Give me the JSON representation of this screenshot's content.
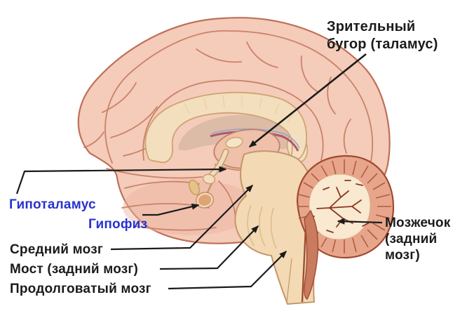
{
  "labels": {
    "thalamus": {
      "line1": "Зрительный",
      "line2": "бугор (таламус)"
    },
    "hypothalamus": {
      "text": "Гипоталамус"
    },
    "pituitary": {
      "text": "Гипофиз"
    },
    "midbrain": {
      "text": "Средний мозг"
    },
    "pons": {
      "text": "Мост (задний мозг)"
    },
    "medulla": {
      "text": "Продолговатый мозг"
    },
    "cerebellum": {
      "line1": "Мозжечок",
      "line2": "(задний",
      "line3": "мозг)"
    }
  },
  "colors": {
    "background": "#ffffff",
    "label_black": "#1b1b1b",
    "label_blue": "#2733ce",
    "arrow": "#1b1b1b",
    "cerebrum_fill": "#f5cbb9",
    "cerebrum_outline": "#be7058",
    "gyri_line": "#c9826a",
    "corpus_callosum": "#f3dfbe",
    "septum": "#dcbca7",
    "thalamus_fill": "#efc0aa",
    "brainstem_fill": "#f3d9b4",
    "brainstem_outline": "#c3976a",
    "cerebellum_outer": "#e7a68c",
    "cerebellum_ridge": "#b35b3f",
    "cerebellum_inner": "#f8e9d0",
    "cerebellum_branches": "#8e3722",
    "pituitary_fill": "#dfa377",
    "colliculi_red": "#ae5137"
  }
}
